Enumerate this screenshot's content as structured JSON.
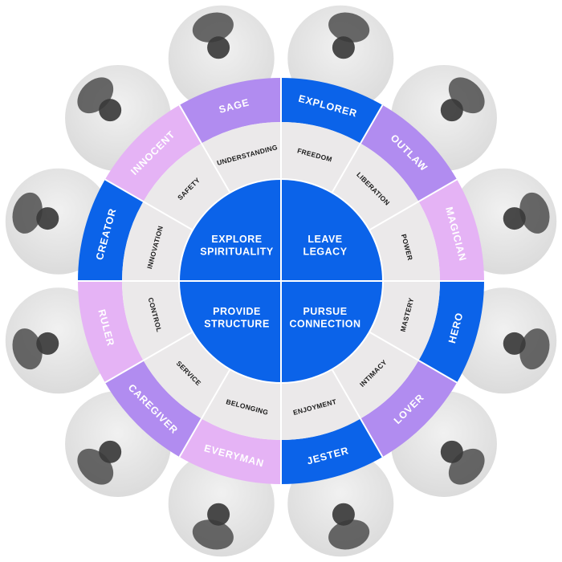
{
  "archetypes": [
    {
      "name": "EXPLORER",
      "trait": "FREEDOM",
      "color": "#0b63e9",
      "photo": "person-with-glasses-photo"
    },
    {
      "name": "OUTLAW",
      "trait": "LIBERATION",
      "color": "#b18cf0",
      "photo": "man-in-hat-photo"
    },
    {
      "name": "MAGICIAN",
      "trait": "POWER",
      "color": "#e5b3f5",
      "photo": "magician-in-top-hat-photo"
    },
    {
      "name": "HERO",
      "trait": "MASTERY",
      "color": "#0b63e9",
      "photo": "soldier-in-gear-photo"
    },
    {
      "name": "LOVER",
      "trait": "INTIMACY",
      "color": "#b18cf0",
      "photo": "woman-on-phone-photo"
    },
    {
      "name": "JESTER",
      "trait": "ENJOYMENT",
      "color": "#0b63e9",
      "photo": "laughing-man-photo"
    },
    {
      "name": "EVERYMAN",
      "trait": "BELONGING",
      "color": "#e5b3f5",
      "photo": "smiling-man-photo"
    },
    {
      "name": "CAREGIVER",
      "trait": "SERVICE",
      "color": "#b18cf0",
      "photo": "holding-hands-photo"
    },
    {
      "name": "RULER",
      "trait": "CONTROL",
      "color": "#e5b3f5",
      "photo": "man-in-suit-photo"
    },
    {
      "name": "CREATOR",
      "trait": "INNOVATION",
      "color": "#0b63e9",
      "photo": "woman-face-with-paint-photo"
    },
    {
      "name": "INNOCENT",
      "trait": "SAFETY",
      "color": "#e5b3f5",
      "photo": "woman-with-flower-photo"
    },
    {
      "name": "SAGE",
      "trait": "UNDERSTANDING",
      "color": "#b18cf0",
      "photo": "elderly-man-reading-photo"
    }
  ],
  "quadrants": [
    {
      "line1": "EXPLORE",
      "line2": "SPIRITUALITY"
    },
    {
      "line1": "LEAVE",
      "line2": "LEGACY"
    },
    {
      "line1": "PURSUE",
      "line2": "CONNECTION"
    },
    {
      "line1": "PROVIDE",
      "line2": "STRUCTURE"
    }
  ],
  "colors": {
    "core_blue": "#0b63e9",
    "trait_ring": "#ebe9ea",
    "photo_bg": "#d9d9d9",
    "divider": "#ffffff"
  }
}
